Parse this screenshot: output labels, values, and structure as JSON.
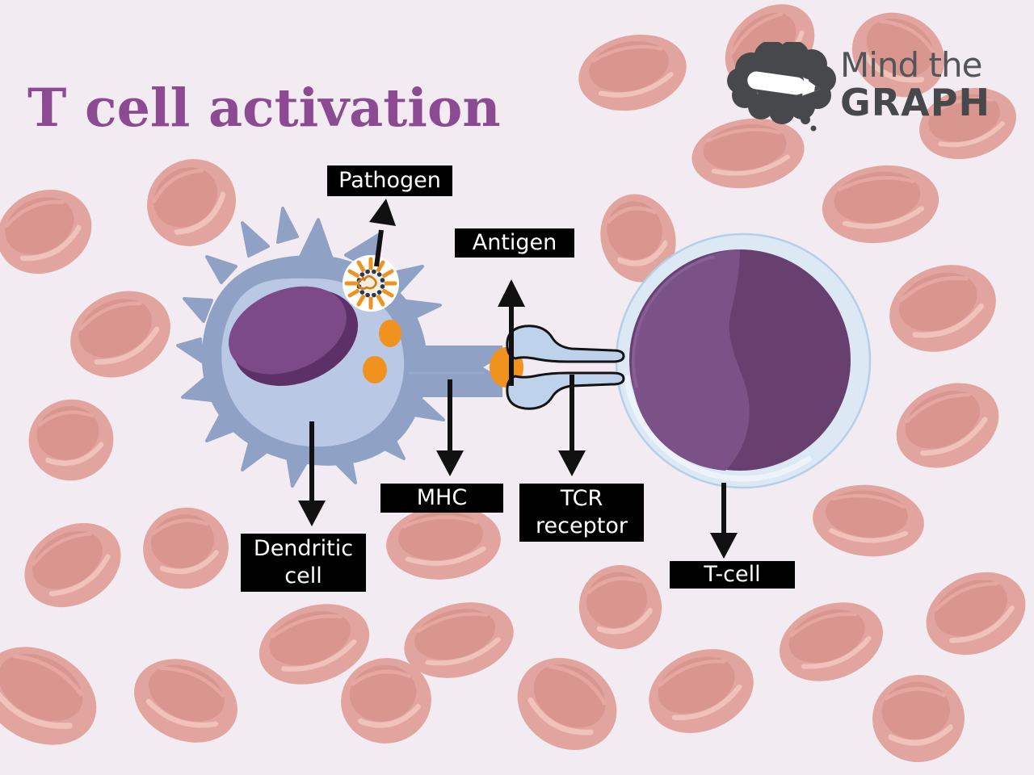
{
  "title": "T cell activation",
  "logo": {
    "line1": "Mind the",
    "line2": "GRAPH",
    "icon": "brain-pencil-icon"
  },
  "labels": {
    "pathogen": "Pathogen",
    "antigen": "Antigen",
    "mhc": "MHC",
    "tcr_receptor": "TCR receptor",
    "dendritic_cell": "Dendritic cell",
    "t_cell": "T-cell"
  },
  "colors": {
    "background": "#f2ecf2",
    "title_purple": "#8c4a92",
    "label_background": "#000000",
    "label_text": "#ffffff",
    "dendritic_outer_blue": "#8fa2c6",
    "dendritic_inner_blue": "#b9c8e4",
    "nucleus_purple_light": "#7b4a87",
    "nucleus_purple_dark": "#5d3168",
    "antigen_orange": "#f0921e",
    "tcell_membrane_blue": "#dce8f4",
    "tcell_nucleus_purple": "#684070",
    "tcell_nucleus_highlight": "#7b5287",
    "tcr_fill_blue": "#bfd2ec",
    "red_blood_cell": "#e2a49e",
    "logo_gray": "#47484c",
    "arrow_black": "#111111"
  }
}
